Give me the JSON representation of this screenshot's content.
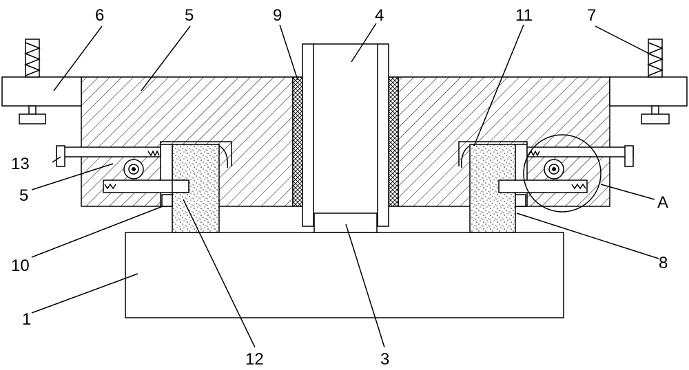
{
  "labels": {
    "l1": "1",
    "l3": "3",
    "l4": "4",
    "l5a": "5",
    "l5b": "5",
    "l6": "6",
    "l7": "7",
    "l8": "8",
    "l9": "9",
    "l10": "10",
    "l11": "11",
    "l12": "12",
    "l13": "13",
    "lA": "A"
  },
  "colors": {
    "line": "#000000",
    "background": "#ffffff"
  }
}
